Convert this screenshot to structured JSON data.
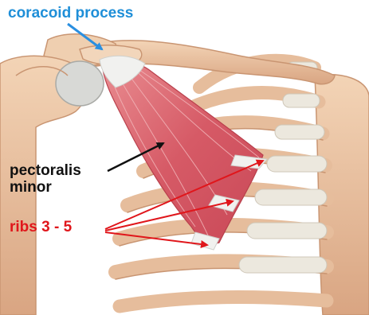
{
  "labels": {
    "coracoid_process": "coracoid process",
    "pectoralis_minor_line1": "pectoralis",
    "pectoralis_minor_line2": "minor",
    "ribs": "ribs 3 - 5"
  },
  "colors": {
    "coracoid_label": "#1f8fd8",
    "pectoralis_label": "#111111",
    "ribs_label": "#e0161b",
    "bone": "#e9c2a0",
    "bone_shade": "#c99572",
    "cartilage": "#ece8de",
    "muscle": "#d9616b",
    "tendon": "#f1f1ef",
    "pointer_blue": "#2a8fe0",
    "pointer_black": "#111111",
    "pointer_red": "#e0161b"
  }
}
